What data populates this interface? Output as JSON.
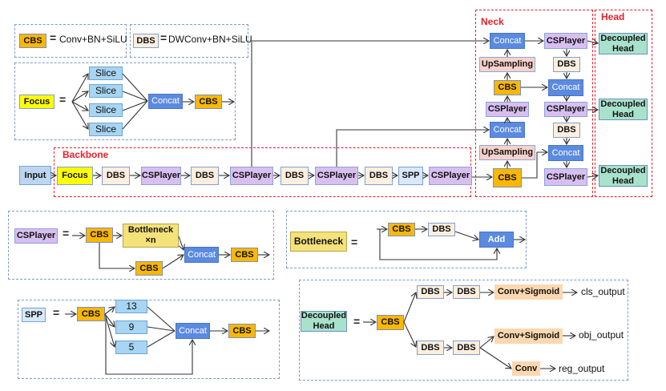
{
  "legend": {
    "cbs_label": "CBS",
    "cbs_def": "Conv+BN+SiLU",
    "dbs_label": "DBS",
    "dbs_def": "DWConv+BN+SiLU",
    "equals": "="
  },
  "focus_block": {
    "label": "Focus",
    "slices": [
      "Slice",
      "Slice",
      "Slice",
      "Slice"
    ],
    "concat": "Concat",
    "cbs": "CBS"
  },
  "regions": {
    "backbone": "Backbone",
    "neck": "Neck",
    "head": "Head"
  },
  "backbone": {
    "input": "Input",
    "stages": [
      "Focus",
      "DBS",
      "CSPlayer",
      "DBS",
      "CSPlayer",
      "DBS",
      "CSPlayer",
      "DBS",
      "SPP",
      "CSPlayer"
    ]
  },
  "neck": {
    "left_column": [
      "Concat",
      "UpSampling",
      "CBS",
      "CSPlayer",
      "Concat",
      "UpSampling",
      "CBS"
    ],
    "right_column": [
      "CSPlayer",
      "DBS",
      "Concat",
      "CSPlayer",
      "DBS",
      "Concat",
      "CSPlayer"
    ]
  },
  "head": {
    "outputs": [
      "Decoupled\nHead",
      "Decoupled\nHead",
      "Decoupled\nHead"
    ]
  },
  "csplayer_block": {
    "label": "CSPlayer",
    "cbs_in": "CBS",
    "bottleneck": "Bottleneck\n×n",
    "cbs_skip": "CBS",
    "concat": "Concat",
    "cbs_out": "CBS"
  },
  "bottleneck_block": {
    "label": "Bottleneck",
    "cbs": "CBS",
    "dbs": "DBS",
    "add": "Add"
  },
  "spp_block": {
    "label": "SPP",
    "cbs_in": "CBS",
    "pools": [
      "13",
      "9",
      "5"
    ],
    "concat": "Concat",
    "cbs_out": "CBS"
  },
  "decoupled_head_block": {
    "label": "Decoupled\nHead",
    "cbs": "CBS",
    "cls_branch": [
      "DBS",
      "DBS",
      "Conv+Sigmoid"
    ],
    "obj_reg_branch": [
      "DBS",
      "DBS"
    ],
    "obj_conv": "Conv+Sigmoid",
    "reg_conv": "Conv",
    "cls_output": "cls_output",
    "obj_output": "obj_output",
    "reg_output": "reg_output"
  }
}
